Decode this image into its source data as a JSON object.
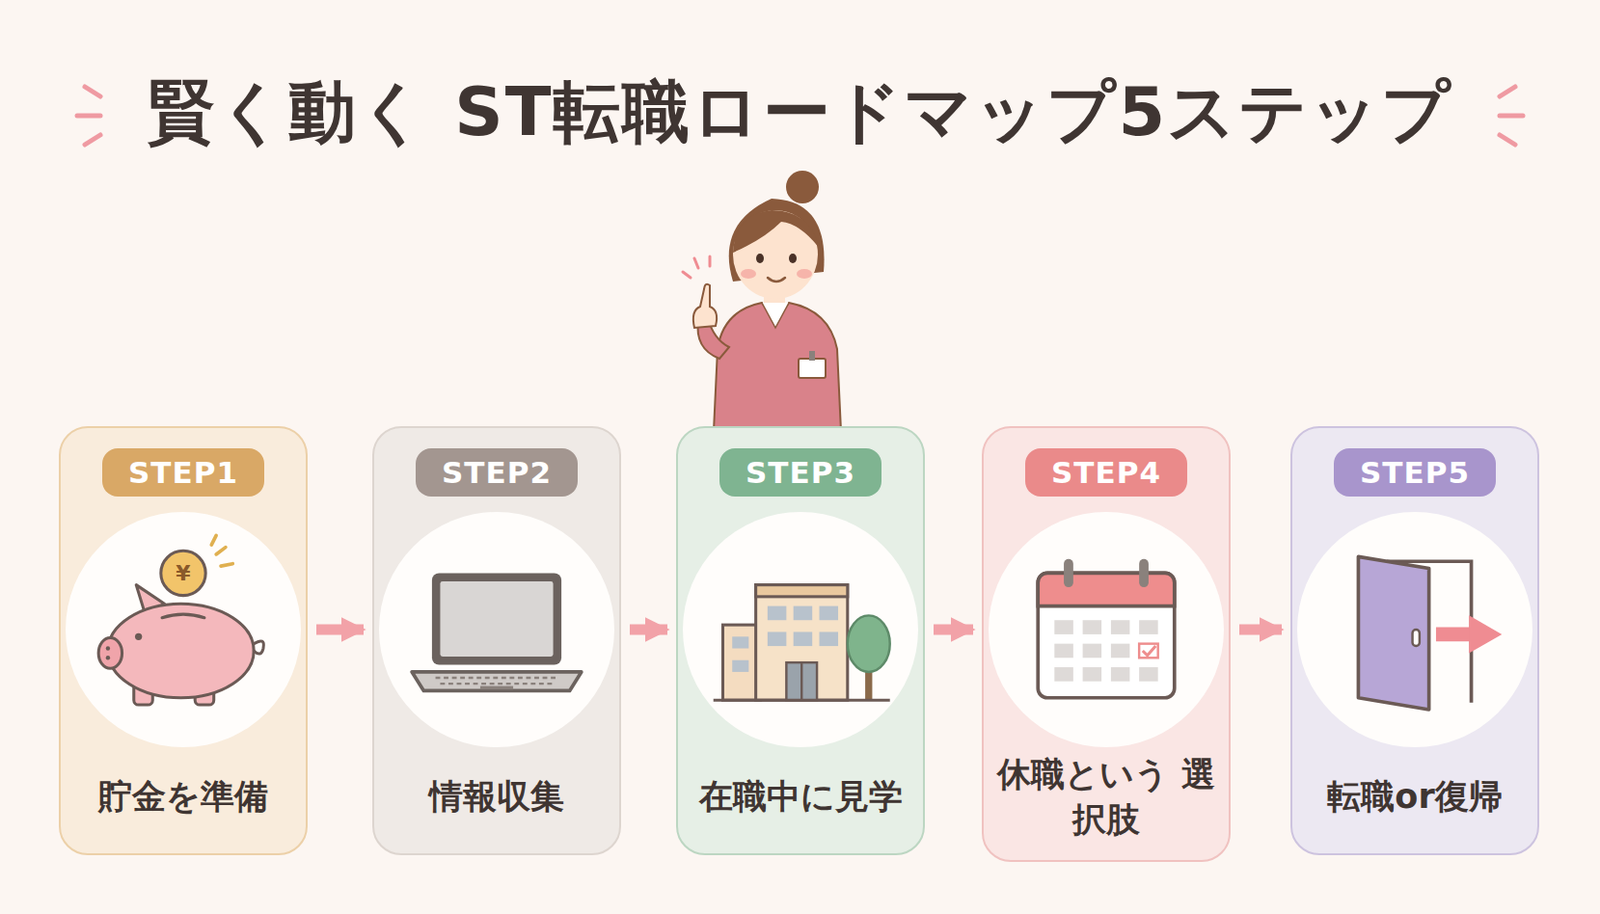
{
  "diagram": {
    "title": "賢く動く ST転職ロードマップ5ステップ",
    "nodes": [
      {
        "text": [
          "貯金を準備"
        ]
      },
      {
        "text": [
          "STEP1"
        ],
        "in": 0
      },
      {
        "text": [
          "情報収集"
        ]
      },
      {
        "text": [
          "STEP2"
        ],
        "in": 2
      },
      {
        "text": [
          "在職中に見学"
        ]
      },
      {
        "text": [
          "STEP3"
        ],
        "in": 4
      },
      {
        "text": [
          "休職という 選択肢"
        ]
      },
      {
        "text": [
          "STEP4"
        ],
        "in": 6
      },
      {
        "text": [
          "転職or復帰"
        ]
      },
      {
        "text": [
          "STEP5"
        ],
        "in": 8
      }
    ],
    "edges": [
      {
        "from": 0,
        "to": 2,
        "arrow": "to"
      },
      {
        "from": 2,
        "to": 4,
        "arrow": "to"
      },
      {
        "from": 4,
        "to": 6,
        "arrow": "to"
      },
      {
        "from": 6,
        "to": 8,
        "arrow": "to"
      }
    ],
    "labels": [
      "¥"
    ]
  }
}
